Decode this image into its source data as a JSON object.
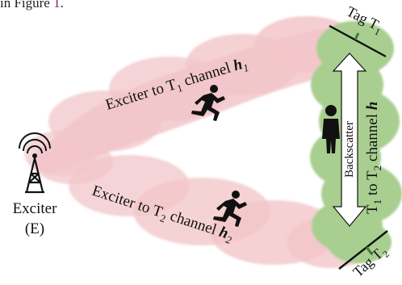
{
  "caption_fragment": {
    "text": "in Figure ",
    "ref": "1",
    "end": "."
  },
  "exciter": {
    "name": "Exciter",
    "abbr": "(E)"
  },
  "tags": {
    "t1": {
      "label": "Tag T",
      "sub": "1"
    },
    "t2": {
      "label": "Tag T",
      "sub": "2"
    }
  },
  "channels": {
    "h1": {
      "prefix": "Exciter to T",
      "sub": "1",
      "mid": " channel ",
      "sym": "h",
      "sym_sub": "1"
    },
    "h2": {
      "prefix": "Exciter to T",
      "sub": "2",
      "mid": " channel ",
      "sym": "h",
      "sym_sub": "2"
    },
    "h": {
      "p1": "T",
      "s1": "1",
      "p2": " to T",
      "s2": "2",
      "mid": " channel ",
      "sym": "h"
    }
  },
  "backscatter_label": "Backscatter",
  "colors": {
    "exciter_channel_fill": "#f2c6c9",
    "backscatter_fill": "#a8cf8f",
    "arrow_fill": "#ffffff",
    "tag_line": "#111111",
    "tag_marker": "#3e7a35"
  },
  "icons": [
    "antenna-tower-icon",
    "runner-icon",
    "standing-person-icon"
  ]
}
